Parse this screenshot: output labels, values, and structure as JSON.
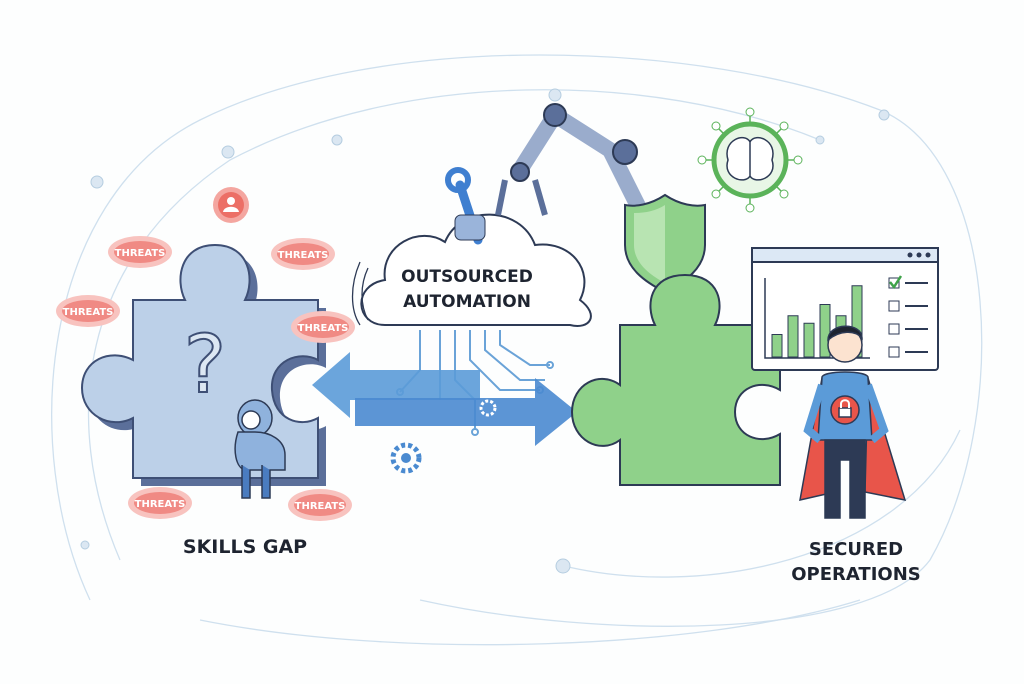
{
  "labels": {
    "skills_gap": "SKILLS GAP",
    "cloud_line1": "OUTSOURCED",
    "cloud_line2": "AUTOMATION",
    "secured_line1": "SECURED",
    "secured_line2": "OPERATIONS"
  },
  "threats": [
    "THREATS",
    "THREATS",
    "THREATS",
    "THREATS",
    "THREATS",
    "THREATS"
  ],
  "dashboard": {
    "bar_levels": [
      0.3,
      0.55,
      0.45,
      0.7,
      0.55,
      0.95
    ],
    "checklist": [
      true,
      false,
      false,
      false
    ]
  },
  "colors": {
    "puzzle_blue": "#bcd0e8",
    "puzzle_edge": "#5b6f9a",
    "puzzle_green": "#8fd18a",
    "arrow_blue": "#5b9bd8",
    "threat_red": "#f08a84",
    "ink": "#1e2430"
  }
}
